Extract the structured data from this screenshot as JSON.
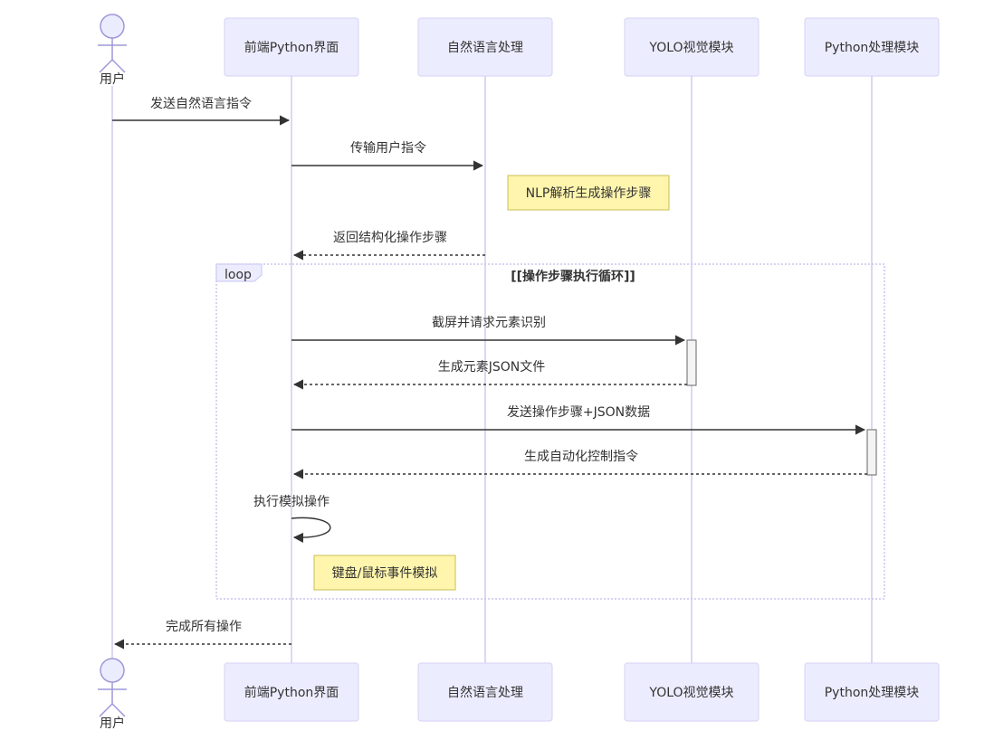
{
  "actors": [
    {
      "id": "user",
      "label": "用户"
    },
    {
      "id": "frontend",
      "label": "前端Python界面"
    },
    {
      "id": "nlp",
      "label": "自然语言处理"
    },
    {
      "id": "yolo",
      "label": "YOLO视觉模块"
    },
    {
      "id": "pymod",
      "label": "Python处理模块"
    }
  ],
  "messages": [
    {
      "label": "发送自然语言指令"
    },
    {
      "label": "传输用户指令"
    },
    {
      "label": "返回结构化操作步骤"
    },
    {
      "label": "截屏并请求元素识别"
    },
    {
      "label": "生成元素JSON文件"
    },
    {
      "label": "发送操作步骤+JSON数据"
    },
    {
      "label": "生成自动化控制指令"
    },
    {
      "label": "执行模拟操作"
    },
    {
      "label": "完成所有操作"
    }
  ],
  "notes": [
    {
      "label": "NLP解析生成操作步骤"
    },
    {
      "label": "键盘/鼠标事件模拟"
    }
  ],
  "loop": {
    "keyword": "loop",
    "title": "[[操作步骤执行循环]]"
  },
  "colors": {
    "actor_fill": "#ececff",
    "lifeline": "#d0ccee",
    "note_fill": "#fff5ad",
    "arrow": "#333333"
  }
}
